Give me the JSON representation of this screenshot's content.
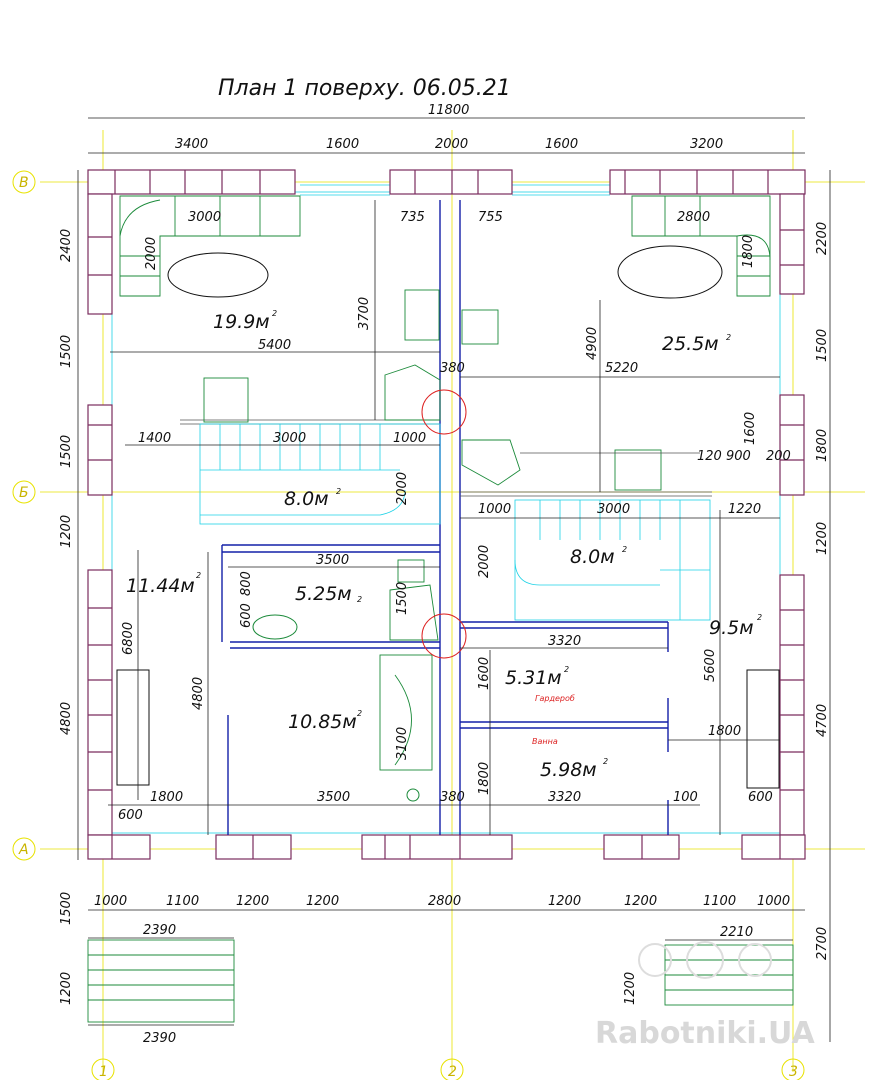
{
  "title": "План 1 поверху. 06.05.21",
  "axes": {
    "rows": [
      "В",
      "Б",
      "А"
    ],
    "cols": [
      "1",
      "2",
      "3"
    ]
  },
  "dims": {
    "overall": "11800",
    "top_row": [
      "3400",
      "1600",
      "2000",
      "1600",
      "3200"
    ],
    "left_col": [
      "2400",
      "1500",
      "1500",
      "1200",
      "4800",
      "1500",
      "1200"
    ],
    "right_col": [
      "2200",
      "1500",
      "1800",
      "1200",
      "4700",
      "2700"
    ],
    "bottom_row": [
      "1000",
      "1100",
      "1200",
      "1200",
      "2800",
      "1200",
      "1200",
      "1100",
      "1000"
    ],
    "porch_left": [
      "2390",
      "2390"
    ],
    "porch_right": "2210",
    "porch_right_h": "1200",
    "interior": {
      "d3000a": "3000",
      "d2000a": "2000",
      "d735": "735",
      "d755": "755",
      "d2800": "2800",
      "d1800a": "1800",
      "d3700": "3700",
      "d5400": "5400",
      "d4900": "4900",
      "d380a": "380",
      "d5220": "5220",
      "d1400": "1400",
      "d3000b": "3000",
      "d1000a": "1000",
      "d1600a": "1600",
      "d120": "120",
      "d900": "900",
      "d200": "200",
      "d2000b": "2000",
      "d1000b": "1000",
      "d3000c": "3000",
      "d1220": "1220",
      "d3500a": "3500",
      "d800": "800",
      "d1500": "1500",
      "d600a": "600",
      "d2000c": "2000",
      "d6800": "6800",
      "d3320a": "3320",
      "d5600": "5600",
      "d4800": "4800",
      "d1600b": "1600",
      "d3100": "3100",
      "d1800b": "1800",
      "d1800c": "1800",
      "d3500b": "3500",
      "d380b": "380",
      "d3320b": "3320",
      "d100": "100",
      "d600b": "600",
      "d600c": "600"
    }
  },
  "rooms": {
    "r1": "19.9м",
    "r2": "25.5м",
    "r3": "8.0м",
    "r4": "11.44м",
    "r5": "5.25м",
    "r6": "8.0м",
    "r7": "9.5м",
    "r8": "5.31м",
    "r9": "10.85м",
    "r10": "5.98м"
  },
  "sup": {
    "r1": "2",
    "r2": "2",
    "r3": "2",
    "r4": "2",
    "r5": "2",
    "r6": "2",
    "r7": "2",
    "r8": "2",
    "r9": "2",
    "r10": "2"
  },
  "notes": {
    "wardrobe": "Гардероб",
    "bath": "Ванна"
  },
  "watermark": "Rabotniki.UA",
  "colors": {
    "wall": "#7a2c5e",
    "cyan": "#1ed2e6",
    "green": "#1b8a3a",
    "blue": "#1420a8",
    "axis": "#e8e200",
    "red": "#d22222"
  }
}
